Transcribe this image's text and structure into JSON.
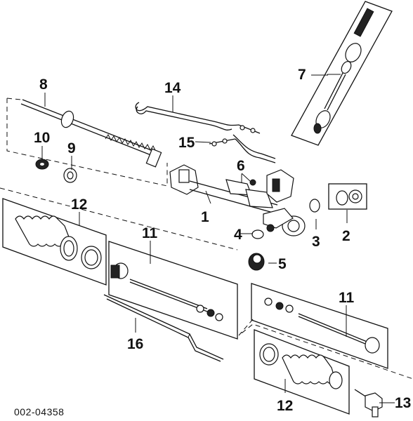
{
  "diagram": {
    "drawing_code": "002-04358",
    "callouts": {
      "p1": "1",
      "p2": "2",
      "p3": "3",
      "p4": "4",
      "p5": "5",
      "p6": "6",
      "p7": "7",
      "p8": "8",
      "p9": "9",
      "p10": "10",
      "p11_left": "11",
      "p11_right": "11",
      "p12_left": "12",
      "p12_right": "12",
      "p13": "13",
      "p14": "14",
      "p15": "15",
      "p16": "16"
    }
  }
}
